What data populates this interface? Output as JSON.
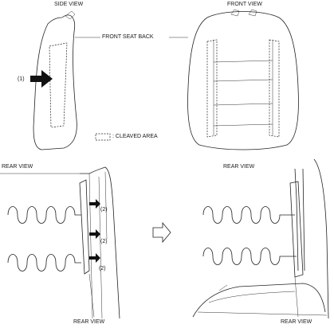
{
  "labels": {
    "side_view": "SIDE VIEW",
    "front_view": "FRONT VIEW",
    "front_seat_back": "FRONT SEAT BACK",
    "callout_1": "(1)",
    "legend_text": ": CLEAVED AREA",
    "rear_view_top_left": "REAR VIEW",
    "rear_view_top_right": "REAR VIEW",
    "callout_2a": "(2)",
    "callout_2b": "(2)",
    "callout_2c": "(2)",
    "rear_view_bottom_left": "REAR VIEW",
    "rear_view_bottom_right": "REAR VIEW"
  }
}
